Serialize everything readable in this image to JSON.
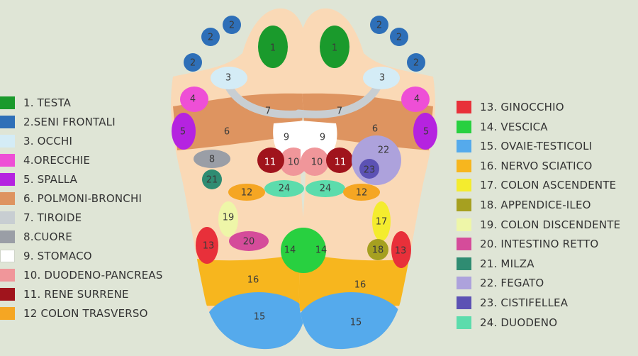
{
  "colors": {
    "1": "#1a9a2c",
    "2": "#2e6fb8",
    "3": "#d4ecf6",
    "4": "#ee4fd6",
    "5": "#b523e0",
    "6": "#de9460",
    "7": "#c8ced2",
    "8": "#9a9ea6",
    "9": "#ffffff",
    "10": "#f0969a",
    "11": "#a0141c",
    "12": "#f5a623",
    "13": "#e8303a",
    "14": "#28d040",
    "15": "#55aaec",
    "16": "#f7b61e",
    "17": "#f4ec2e",
    "18": "#a6a020",
    "19": "#eef6a8",
    "20": "#d54c9a",
    "21": "#2f8c72",
    "22": "#ada2dc",
    "23": "#5c52b4",
    "24": "#5cdcac",
    "foot": "#fad9b6",
    "background": "#dfe5d6"
  },
  "legend_left": [
    {
      "id": "1",
      "label": "1. TESTA"
    },
    {
      "id": "2",
      "label": "2.SENI FRONTALI"
    },
    {
      "id": "3",
      "label": "3. OCCHI"
    },
    {
      "id": "4",
      "label": "4.ORECCHIE"
    },
    {
      "id": "5",
      "label": "5. SPALLA"
    },
    {
      "id": "6",
      "label": "6. POLMONI-BRONCHI"
    },
    {
      "id": "7",
      "label": "7. TIROIDE"
    },
    {
      "id": "8",
      "label": "8.CUORE"
    },
    {
      "id": "9",
      "label": "9. STOMACO"
    },
    {
      "id": "10",
      "label": "10. DUODENO-PANCREAS"
    },
    {
      "id": "11",
      "label": "11. RENE SURRENE"
    },
    {
      "id": "12",
      "label": "12 COLON TRASVERSO"
    }
  ],
  "legend_right": [
    {
      "id": "13",
      "label": "13. GINOCCHIO"
    },
    {
      "id": "14",
      "label": "14. VESCICA"
    },
    {
      "id": "15",
      "label": "15. OVAIE-TESTICOLI"
    },
    {
      "id": "16",
      "label": "16. NERVO SCIATICO"
    },
    {
      "id": "17",
      "label": "17. COLON ASCENDENTE"
    },
    {
      "id": "18",
      "label": " 18.  APPENDICE-ILEO"
    },
    {
      "id": "19",
      "label": "19. COLON DISCENDENTE"
    },
    {
      "id": "20",
      "label": "20. INTESTINO RETTO"
    },
    {
      "id": "21",
      "label": "21. MILZA"
    },
    {
      "id": "22",
      "label": "22. FEGATO"
    },
    {
      "id": "23",
      "label": "23. CISTIFELLEA"
    },
    {
      "id": "24",
      "label": "24. DUODENO"
    }
  ],
  "zone_labels": {
    "1": "1",
    "2": "2",
    "3": "3",
    "4": "4",
    "5": "5",
    "6": "6",
    "7": "7",
    "8": "8",
    "9": "9",
    "10": "10",
    "11": "11",
    "12": "12",
    "13": "13",
    "14": "14",
    "15": "15",
    "16": "16",
    "17": "17",
    "18": "18",
    "19": "19",
    "20": "20",
    "21": "21",
    "22": "22",
    "23": "23",
    "24": "24"
  }
}
